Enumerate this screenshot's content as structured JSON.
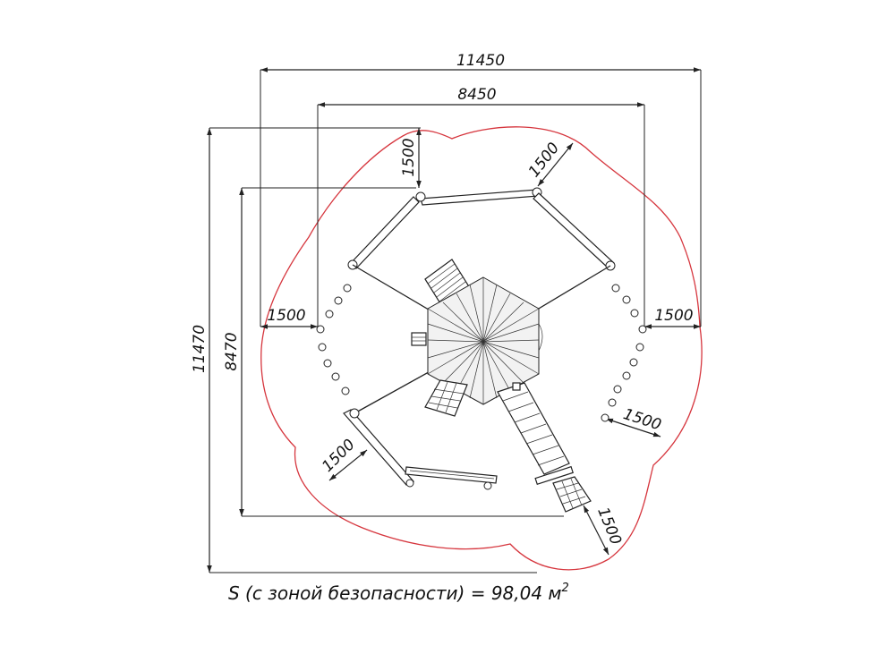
{
  "dimensions": {
    "overall_width": "11450",
    "inner_width": "8450",
    "overall_height": "11470",
    "inner_height": "8470",
    "offset_top_left": "1500",
    "offset_top_right": "1500",
    "offset_left": "1500",
    "offset_right": "1500",
    "offset_lower_right": "1500",
    "offset_lower_left": "1500",
    "offset_bottom": "1500"
  },
  "area_note": "S (с зоной безопасности) = 98,04 м",
  "area_unit_sup": "2",
  "colors": {
    "safety_zone": "#d6363e",
    "lines": "#222222"
  }
}
